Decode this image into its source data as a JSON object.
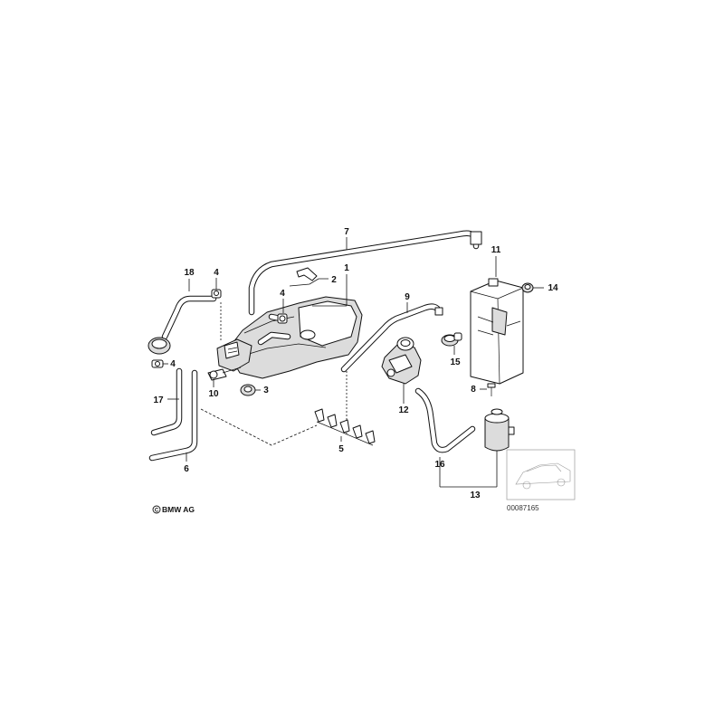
{
  "diagram": {
    "callouts": {
      "c1": "1",
      "c2": "2",
      "c3": "3",
      "c4a": "4",
      "c4b": "4",
      "c4c": "4",
      "c5": "5",
      "c6": "6",
      "c7": "7",
      "c8": "8",
      "c9": "9",
      "c10": "10",
      "c11": "11",
      "c12": "12",
      "c13": "13",
      "c14": "14",
      "c15": "15",
      "c16": "16",
      "c17": "17",
      "c18": "18"
    },
    "copyright": "BMW AG",
    "reference_number": "00087165"
  }
}
